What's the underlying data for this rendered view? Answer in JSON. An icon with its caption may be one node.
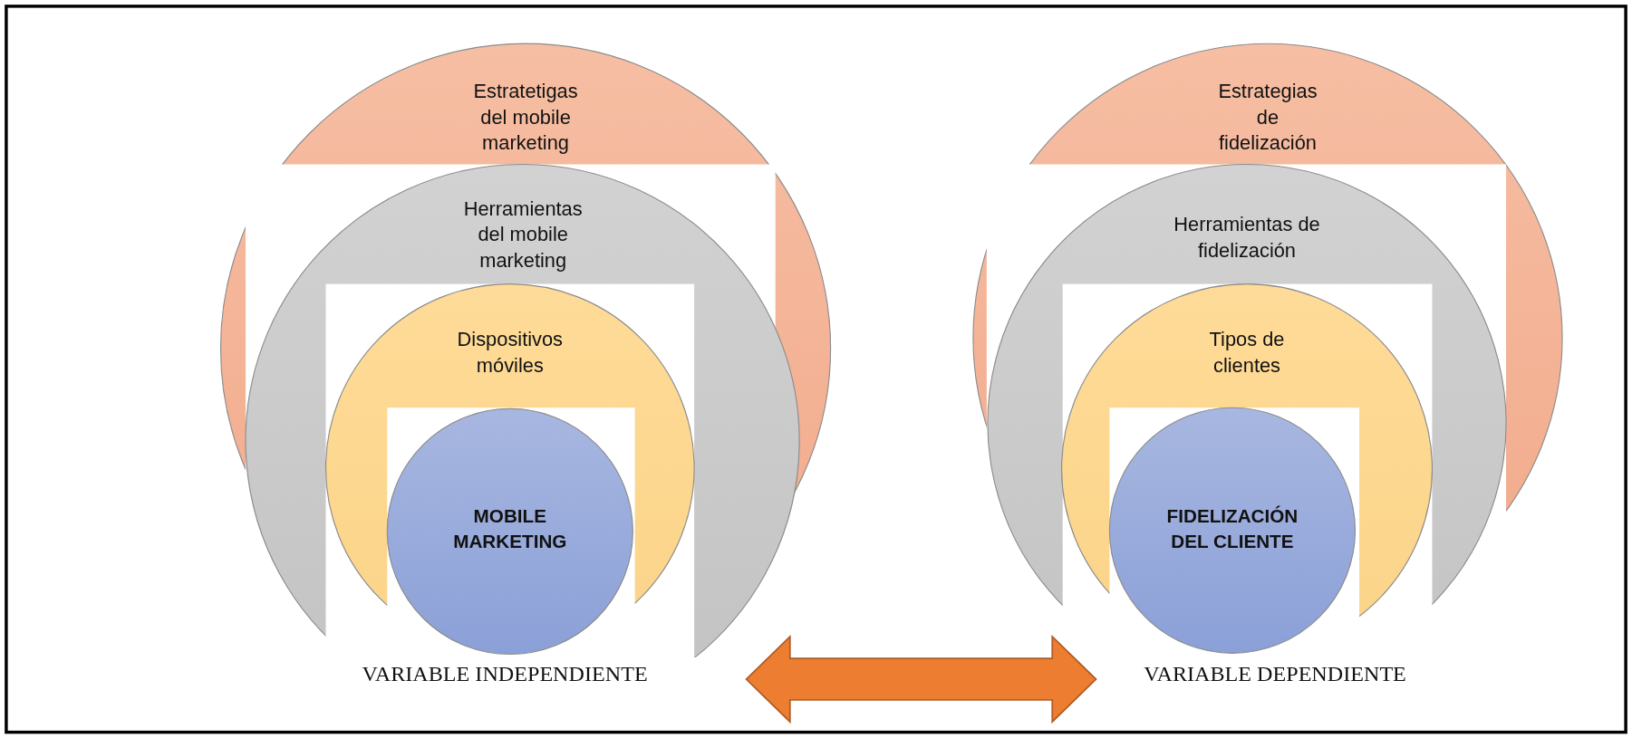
{
  "diagram": {
    "nodes": [
      {
        "text": [
          "Estratetigas del mobile marketing"
        ]
      },
      {
        "text": [
          "Herramientas del mobile marketing"
        ],
        "in": 0
      },
      {
        "text": [
          "Dispositivos móviles"
        ],
        "in": 1
      },
      {
        "text": [
          "MOBILE MARKETING"
        ],
        "in": 2
      },
      {
        "text": [
          "VARIABLE INDEPENDIENTE"
        ]
      },
      {
        "text": [
          "Estrategias de fidelización"
        ]
      },
      {
        "text": [
          "Herramientas de fidelización"
        ],
        "in": 5
      },
      {
        "text": [
          "Tipos de clientes"
        ],
        "in": 6
      },
      {
        "text": [
          "FIDELIZACIÓN DEL CLIENTE"
        ],
        "in": 7
      },
      {
        "text": [
          "VARIABLE DEPENDIENTE"
        ]
      }
    ],
    "edges": [
      {
        "from": 4,
        "to": 9,
        "arrow": "both"
      }
    ]
  }
}
